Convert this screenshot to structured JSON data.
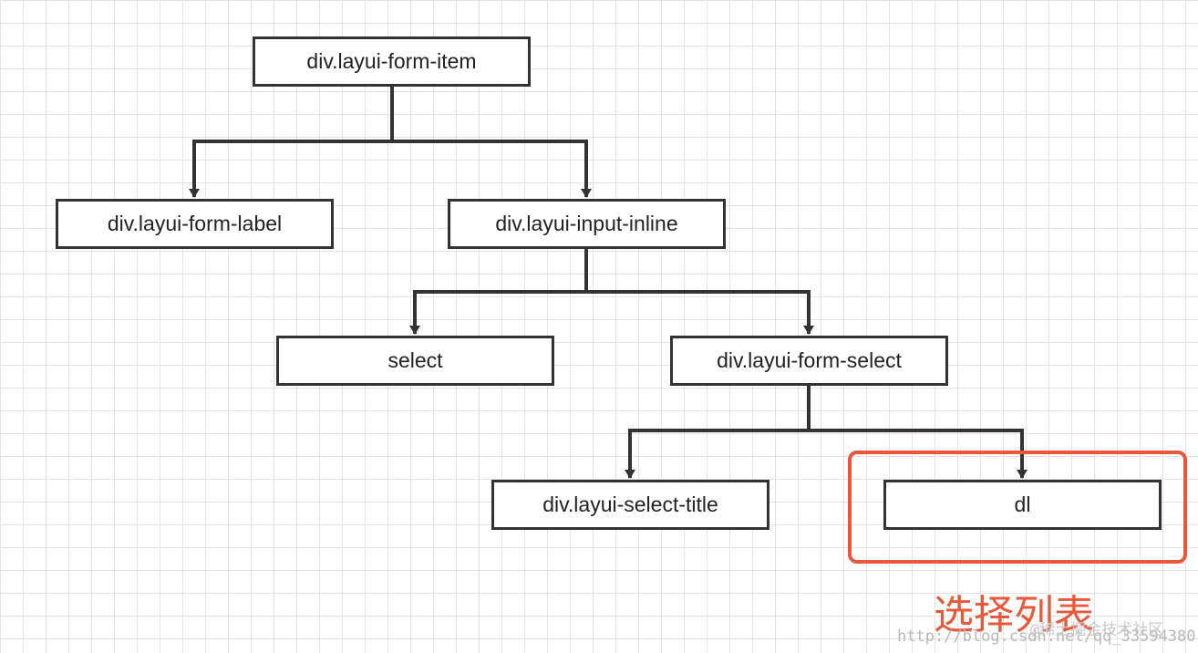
{
  "diagram": {
    "nodes": {
      "form_item": "div.layui-form-item",
      "form_label": "div.layui-form-label",
      "input_inline": "div.layui-input-inline",
      "select": "select",
      "form_select": "div.layui-form-select",
      "select_title": "div.layui-select-title",
      "dl": "dl"
    },
    "edges": [
      [
        "form_item",
        "form_label"
      ],
      [
        "form_item",
        "input_inline"
      ],
      [
        "input_inline",
        "select"
      ],
      [
        "input_inline",
        "form_select"
      ],
      [
        "form_select",
        "select_title"
      ],
      [
        "form_select",
        "dl"
      ]
    ],
    "highlighted_node": "dl",
    "annotation": "选择列表",
    "highlight_color": "#e8593a",
    "line_color": "#333333"
  },
  "watermark": {
    "url_text": "http://blog.csdn.net/qq_33594380",
    "site_text": "@稀土掘金技术社区"
  }
}
